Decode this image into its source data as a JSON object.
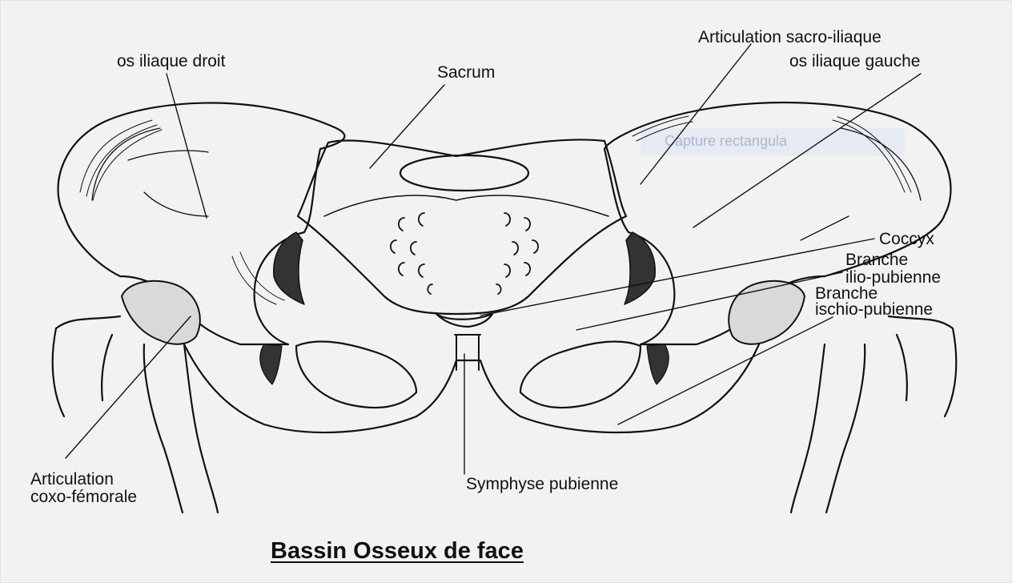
{
  "title": "Bassin Osseux de face",
  "labels": {
    "os_iliaque_droit": "os iliaque droit",
    "sacrum": "Sacrum",
    "articulation_sacro_iliaque": "Articulation sacro-iliaque",
    "os_iliaque_gauche": "os iliaque gauche",
    "coccyx": "Coccyx",
    "branche_1": "Branche",
    "ilio_pubienne": "ilio-pubienne",
    "branche_2": "Branche",
    "ischio_pubienne": "ischio-pubienne",
    "articulation": "Articulation",
    "coxo_femorale": "coxo-fémorale",
    "symphyse_pubienne": "Symphyse pubienne"
  },
  "overlay": {
    "capture_text": "Capture rectangula"
  }
}
